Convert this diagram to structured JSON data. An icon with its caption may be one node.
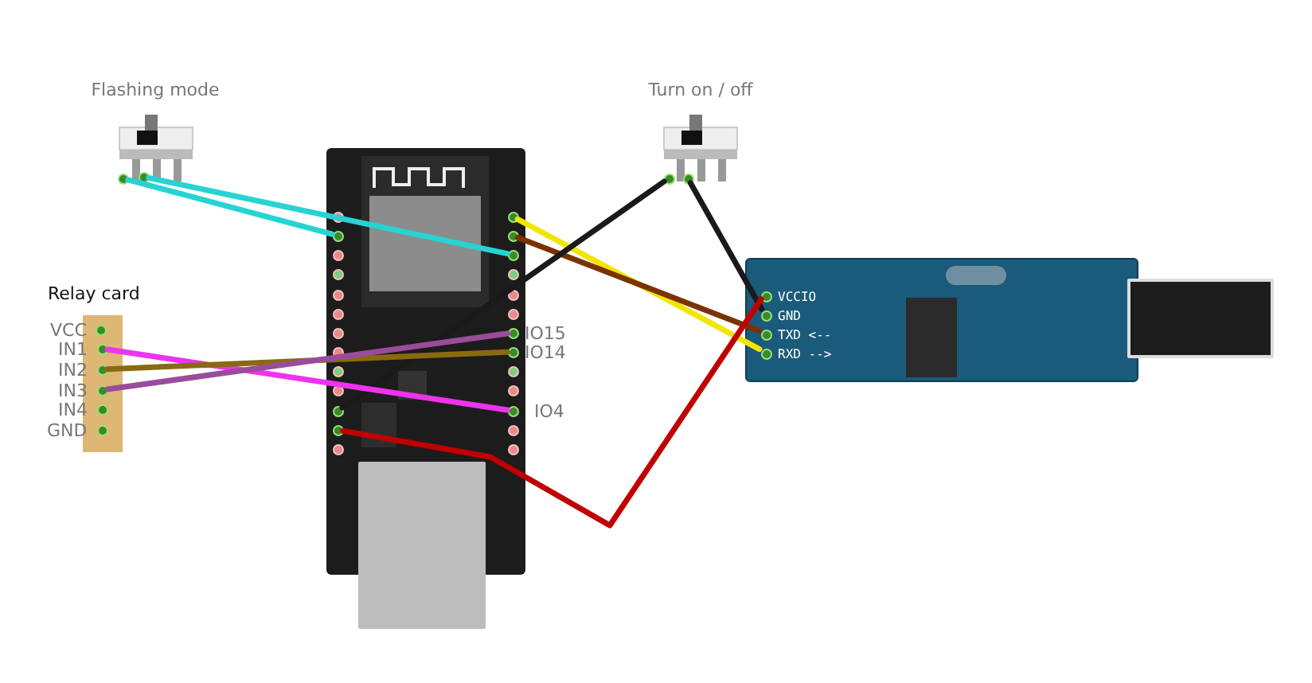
{
  "diagram": {
    "nodes": [
      {
        "text": [
          "Flashing mode"
        ]
      },
      {
        "text": [],
        "shape": "circle",
        "in": 0
      },
      {
        "text": [],
        "shape": "circle",
        "in": 0
      },
      {
        "text": [
          "Turn on / off"
        ]
      },
      {
        "text": [],
        "shape": "circle",
        "in": 3
      },
      {
        "text": [],
        "shape": "circle",
        "in": 3
      },
      {
        "text": [
          "Relay card"
        ]
      },
      {
        "text": [
          "VCC"
        ],
        "in": 6
      },
      {
        "text": [
          "IN1"
        ],
        "in": 6
      },
      {
        "text": [
          "IN2"
        ],
        "in": 6
      },
      {
        "text": [
          "IN3"
        ],
        "in": 6
      },
      {
        "text": [
          "IN4"
        ],
        "in": 6
      },
      {
        "text": [
          "GND"
        ],
        "in": 6
      },
      {
        "text": [],
        "shape": "box"
      },
      {
        "text": [],
        "shape": "circle",
        "in": 13
      },
      {
        "text": [],
        "shape": "circle",
        "in": 13
      },
      {
        "text": [],
        "shape": "circle",
        "in": 13
      },
      {
        "text": [],
        "shape": "circle",
        "in": 13
      },
      {
        "text": [],
        "shape": "circle",
        "in": 13
      },
      {
        "text": [],
        "shape": "circle",
        "in": 13
      },
      {
        "text": [
          "IO15"
        ],
        "in": 13
      },
      {
        "text": [
          "IO14"
        ],
        "in": 13
      },
      {
        "text": [
          "IO4"
        ],
        "in": 13
      },
      {
        "text": [],
        "shape": "box"
      },
      {
        "text": [
          "VCCIO"
        ],
        "in": 23
      },
      {
        "text": [
          "GND"
        ],
        "in": 23
      },
      {
        "text": [
          "TXD <--"
        ],
        "in": 23
      },
      {
        "text": [
          "RXD -->"
        ],
        "in": 23
      },
      {
        "text": [],
        "shape": "box"
      },
      {
        "text": [],
        "shape": "box"
      }
    ],
    "edges": [
      {
        "from": 1,
        "to": 14,
        "arrow": "none",
        "color": "#27d3d3"
      },
      {
        "from": 2,
        "to": 19,
        "arrow": "none",
        "color": "#27d3d3"
      },
      {
        "from": 17,
        "to": 27,
        "arrow": "none",
        "color": "#f2e600"
      },
      {
        "from": 18,
        "to": 26,
        "arrow": "none",
        "color": "#7a3300"
      },
      {
        "from": 4,
        "to": 15,
        "arrow": "none",
        "color": "#1a1a1a"
      },
      {
        "from": 5,
        "to": 25,
        "arrow": "none",
        "color": "#1a1a1a"
      },
      {
        "from": 16,
        "to": 24,
        "arrow": "none",
        "color": "#c00000"
      },
      {
        "from": 8,
        "to": 22,
        "arrow": "none",
        "color": "#ee33ee"
      },
      {
        "from": 9,
        "to": 21,
        "arrow": "none",
        "color": "#8a6a10"
      },
      {
        "from": 10,
        "to": 20,
        "arrow": "none",
        "color": "#9a4c9a"
      }
    ]
  }
}
